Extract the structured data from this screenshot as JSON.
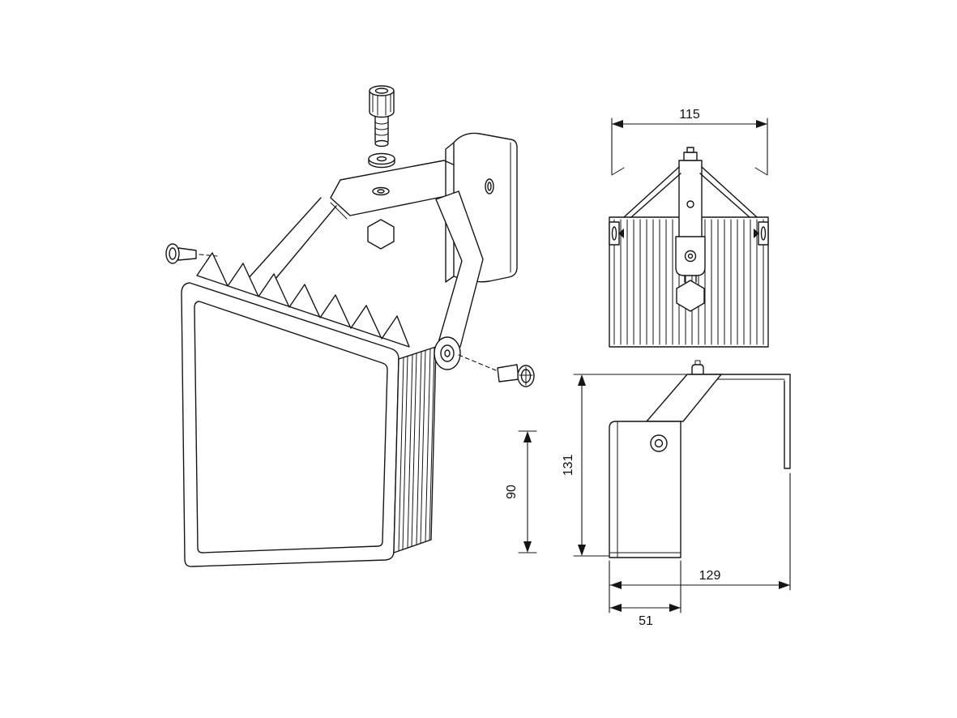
{
  "dimensions": {
    "rear_width": "115",
    "side_height": "131",
    "side_depth_total": "129",
    "side_depth_body": "51",
    "exploded_height": "90"
  }
}
